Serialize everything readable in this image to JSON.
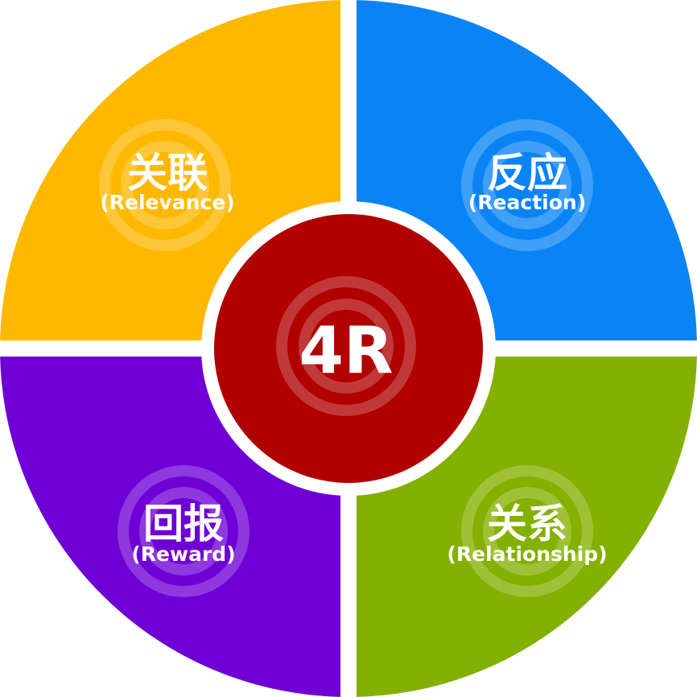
{
  "center": {
    "label": "4R",
    "color": "#B00000"
  },
  "quadrants": {
    "relevance": {
      "title": "关联",
      "subtitle": "(Relevance)",
      "color": "#FFB800"
    },
    "reaction": {
      "title": "反应",
      "subtitle": "(Reaction)",
      "color": "#0A84F5"
    },
    "reward": {
      "title": "回报",
      "subtitle": "(Reward)",
      "color": "#6E00D6"
    },
    "relationship": {
      "title": "关系",
      "subtitle": "(Relationship)",
      "color": "#84B000"
    }
  },
  "gap_color": "#FFFFFF",
  "watermark_icon": "circular-seal-icon"
}
